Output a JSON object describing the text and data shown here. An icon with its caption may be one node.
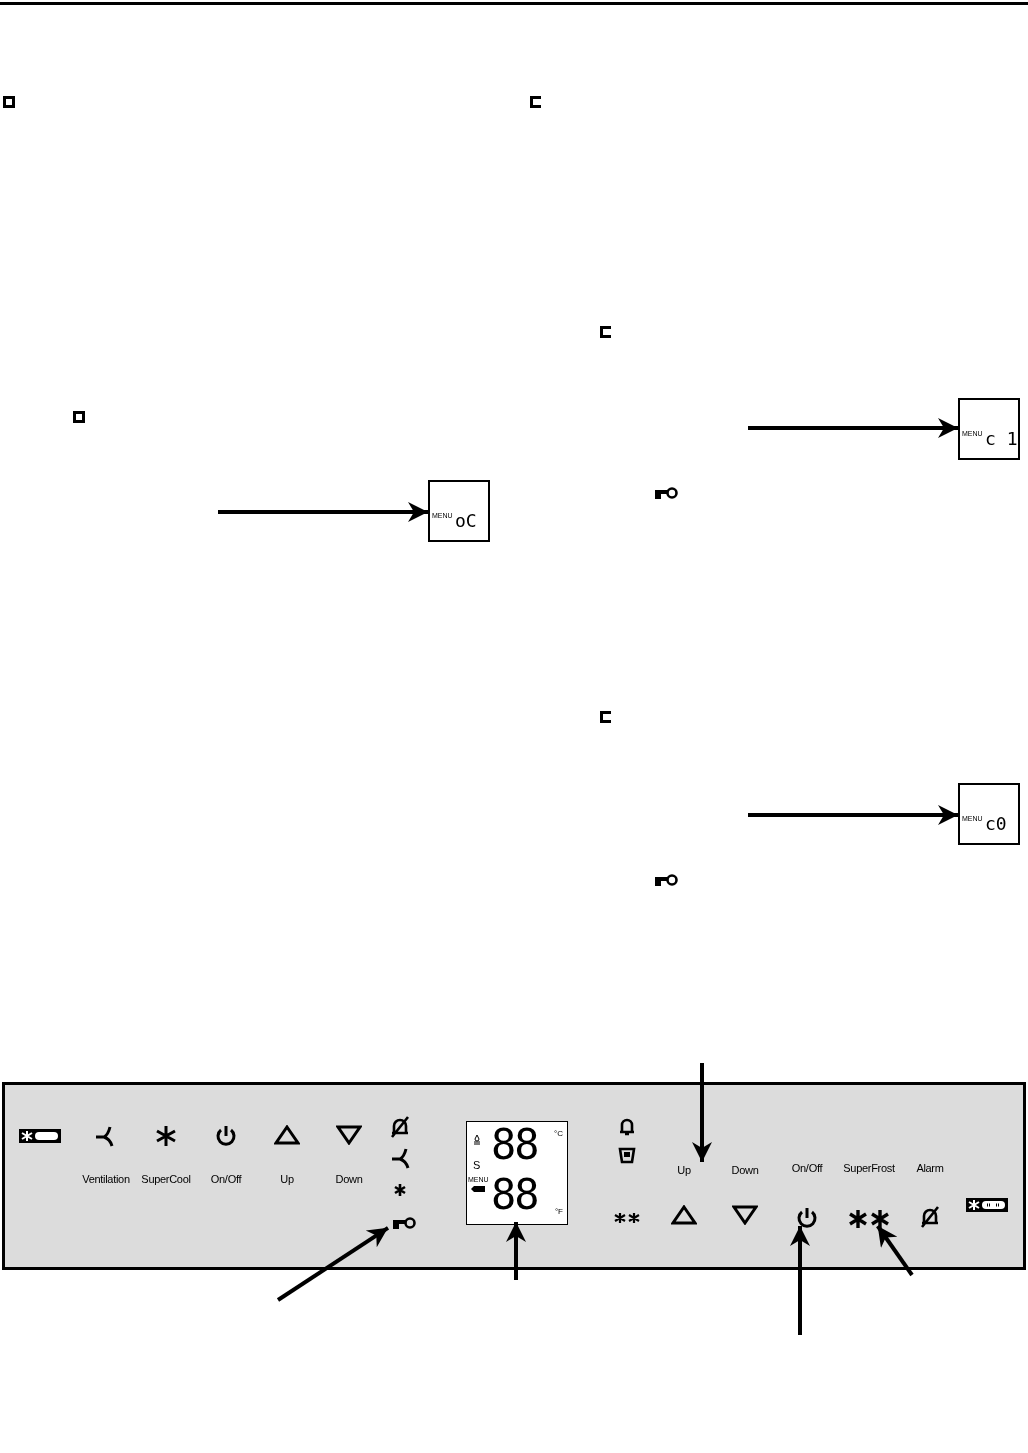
{
  "diagram": {
    "nodes": [
      {
        "text": [],
        "shape": "box"
      },
      {
        "text": [
          "MENU",
          "oC"
        ]
      },
      {
        "text": [
          "MENU",
          "c 1"
        ]
      },
      {
        "text": [
          "MENU",
          "c0"
        ]
      },
      {
        "text": [
          "Ventilation"
        ],
        "in": 0
      },
      {
        "text": [
          "SuperCool"
        ],
        "in": 0
      },
      {
        "text": [
          "On/Off"
        ],
        "in": 0
      },
      {
        "text": [
          "Up"
        ],
        "in": 0
      },
      {
        "text": [
          "Down"
        ],
        "in": 0
      },
      {
        "text": [],
        "shape": "key",
        "in": 0
      },
      {
        "text": [
          "88",
          "°C",
          "S",
          "MENU",
          "88",
          "°F"
        ],
        "in": 0
      },
      {
        "text": [
          "Up"
        ],
        "in": 0
      },
      {
        "text": [
          "Down"
        ],
        "in": 0
      },
      {
        "text": [
          "On/Off"
        ],
        "in": 0
      },
      {
        "text": [
          "SuperFrost"
        ],
        "in": 0
      },
      {
        "text": [
          "Alarm"
        ],
        "in": 0
      }
    ],
    "edges": [
      {
        "from": null,
        "to": 1,
        "arrow": "to"
      },
      {
        "from": null,
        "to": 2,
        "arrow": "to"
      },
      {
        "from": null,
        "to": 3,
        "arrow": "to"
      },
      {
        "from": null,
        "to": 11,
        "arrow": "to"
      },
      {
        "from": null,
        "to": 9,
        "arrow": "to"
      },
      {
        "from": null,
        "to": 10,
        "arrow": "to"
      },
      {
        "from": null,
        "to": 13,
        "arrow": "to"
      },
      {
        "from": null,
        "to": 14,
        "arrow": "to"
      }
    ]
  }
}
